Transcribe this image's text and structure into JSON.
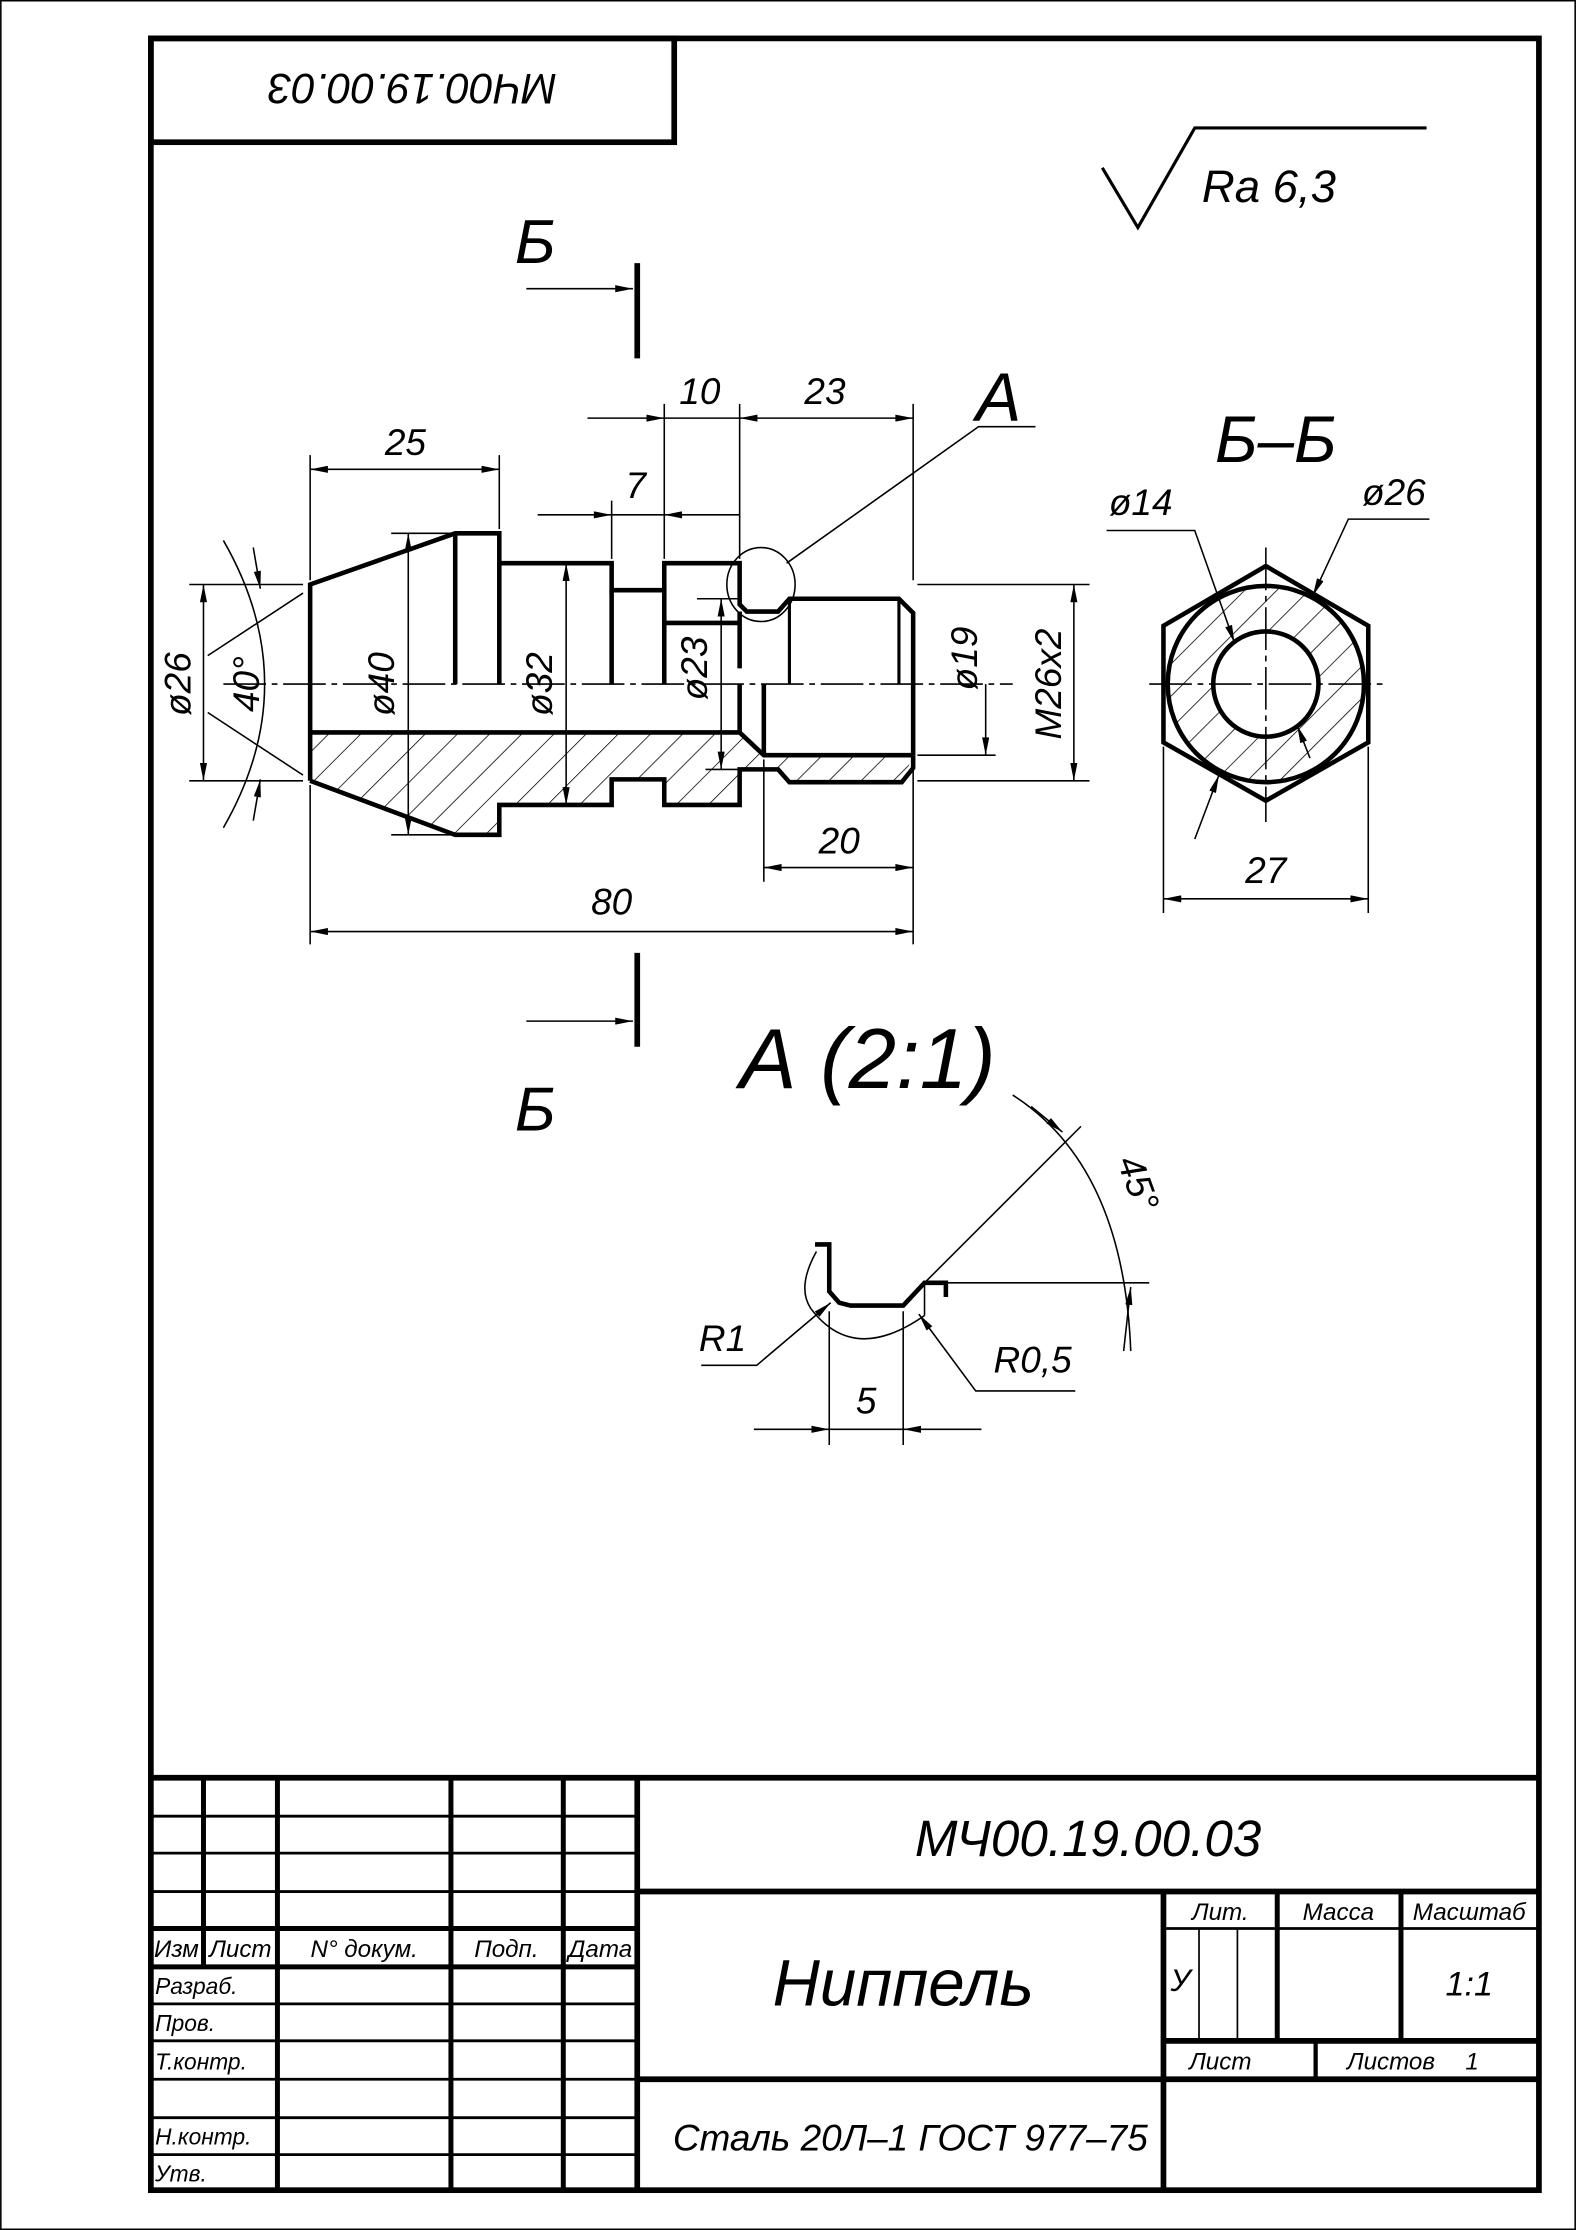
{
  "drawing": {
    "stamp_code_rotated": "МЧ00.19.00.03",
    "roughness": "Ra 6,3",
    "section_letter": "Б",
    "section_title": "Б–Б",
    "detail_marker": "А",
    "detail_title": "А (2:1)"
  },
  "main_view_dims": {
    "d25": "25",
    "d10": "10",
    "d23": "23",
    "d7": "7",
    "d80": "80",
    "d20": "20",
    "dia26": "ø26",
    "angle40": "40°",
    "dia40": "ø40",
    "dia32": "ø32",
    "dia23": "ø23",
    "dia19": "ø19",
    "thread": "M26x2"
  },
  "section_dims": {
    "dia14": "ø14",
    "dia26": "ø26",
    "width27": "27"
  },
  "detail_dims": {
    "angle45": "45°",
    "r1": "R1",
    "r05": "R0,5",
    "d5": "5"
  },
  "title_block": {
    "code": "МЧ00.19.00.03",
    "name": "Ниппель",
    "material": "Сталь 20Л–1  ГОСТ 977–75",
    "headers": {
      "izm": "Изм",
      "list": "Лист",
      "doc": "N° докум.",
      "sign": "Подп.",
      "date": "Дата"
    },
    "roles": [
      "Разраб.",
      "Пров.",
      "Т.контр.",
      "",
      "Н.контр.",
      "Утв."
    ],
    "lit_label": "Лит.",
    "mass_label": "Масса",
    "scale_label": "Масштаб",
    "lit_value": "У",
    "scale_value": "1:1",
    "sheet_label": "Лист",
    "sheets_label": "Листов",
    "sheets_value": "1"
  }
}
